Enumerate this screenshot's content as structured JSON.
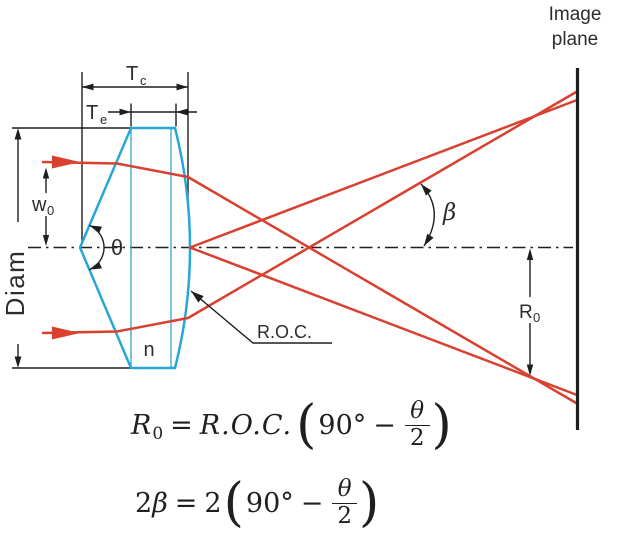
{
  "diagram": {
    "labels": {
      "tc": {
        "main": "T",
        "sub": "c"
      },
      "te": {
        "main": "T",
        "sub": "e"
      },
      "w0": {
        "main": "w",
        "sub": "0"
      },
      "diam": "Diam",
      "theta": "θ",
      "n": "n",
      "roc": "R.O.C.",
      "beta": "β",
      "r0": {
        "main": "R",
        "sub": "0"
      },
      "image_plane": {
        "line1": "Image",
        "line2": "plane"
      }
    },
    "formulas": {
      "f1": {
        "lhs_main": "R",
        "lhs_sub": "0",
        "equals": "=",
        "factor": "R.O.C.",
        "open_paren": "(",
        "angle": "90°",
        "minus": "−",
        "frac_num": "θ",
        "frac_den": "2",
        "close_paren": ")"
      },
      "f2": {
        "lhs_coeff": "2",
        "lhs_var": "β",
        "equals": "=",
        "factor": "2",
        "open_paren": "(",
        "angle": "90°",
        "minus": "−",
        "frac_num": "θ",
        "frac_den": "2",
        "close_paren": ")"
      }
    },
    "colors": {
      "ray_red": "#d9402f",
      "lens_blue": "#29a6d8",
      "line_black": "#1f1f1f"
    }
  }
}
